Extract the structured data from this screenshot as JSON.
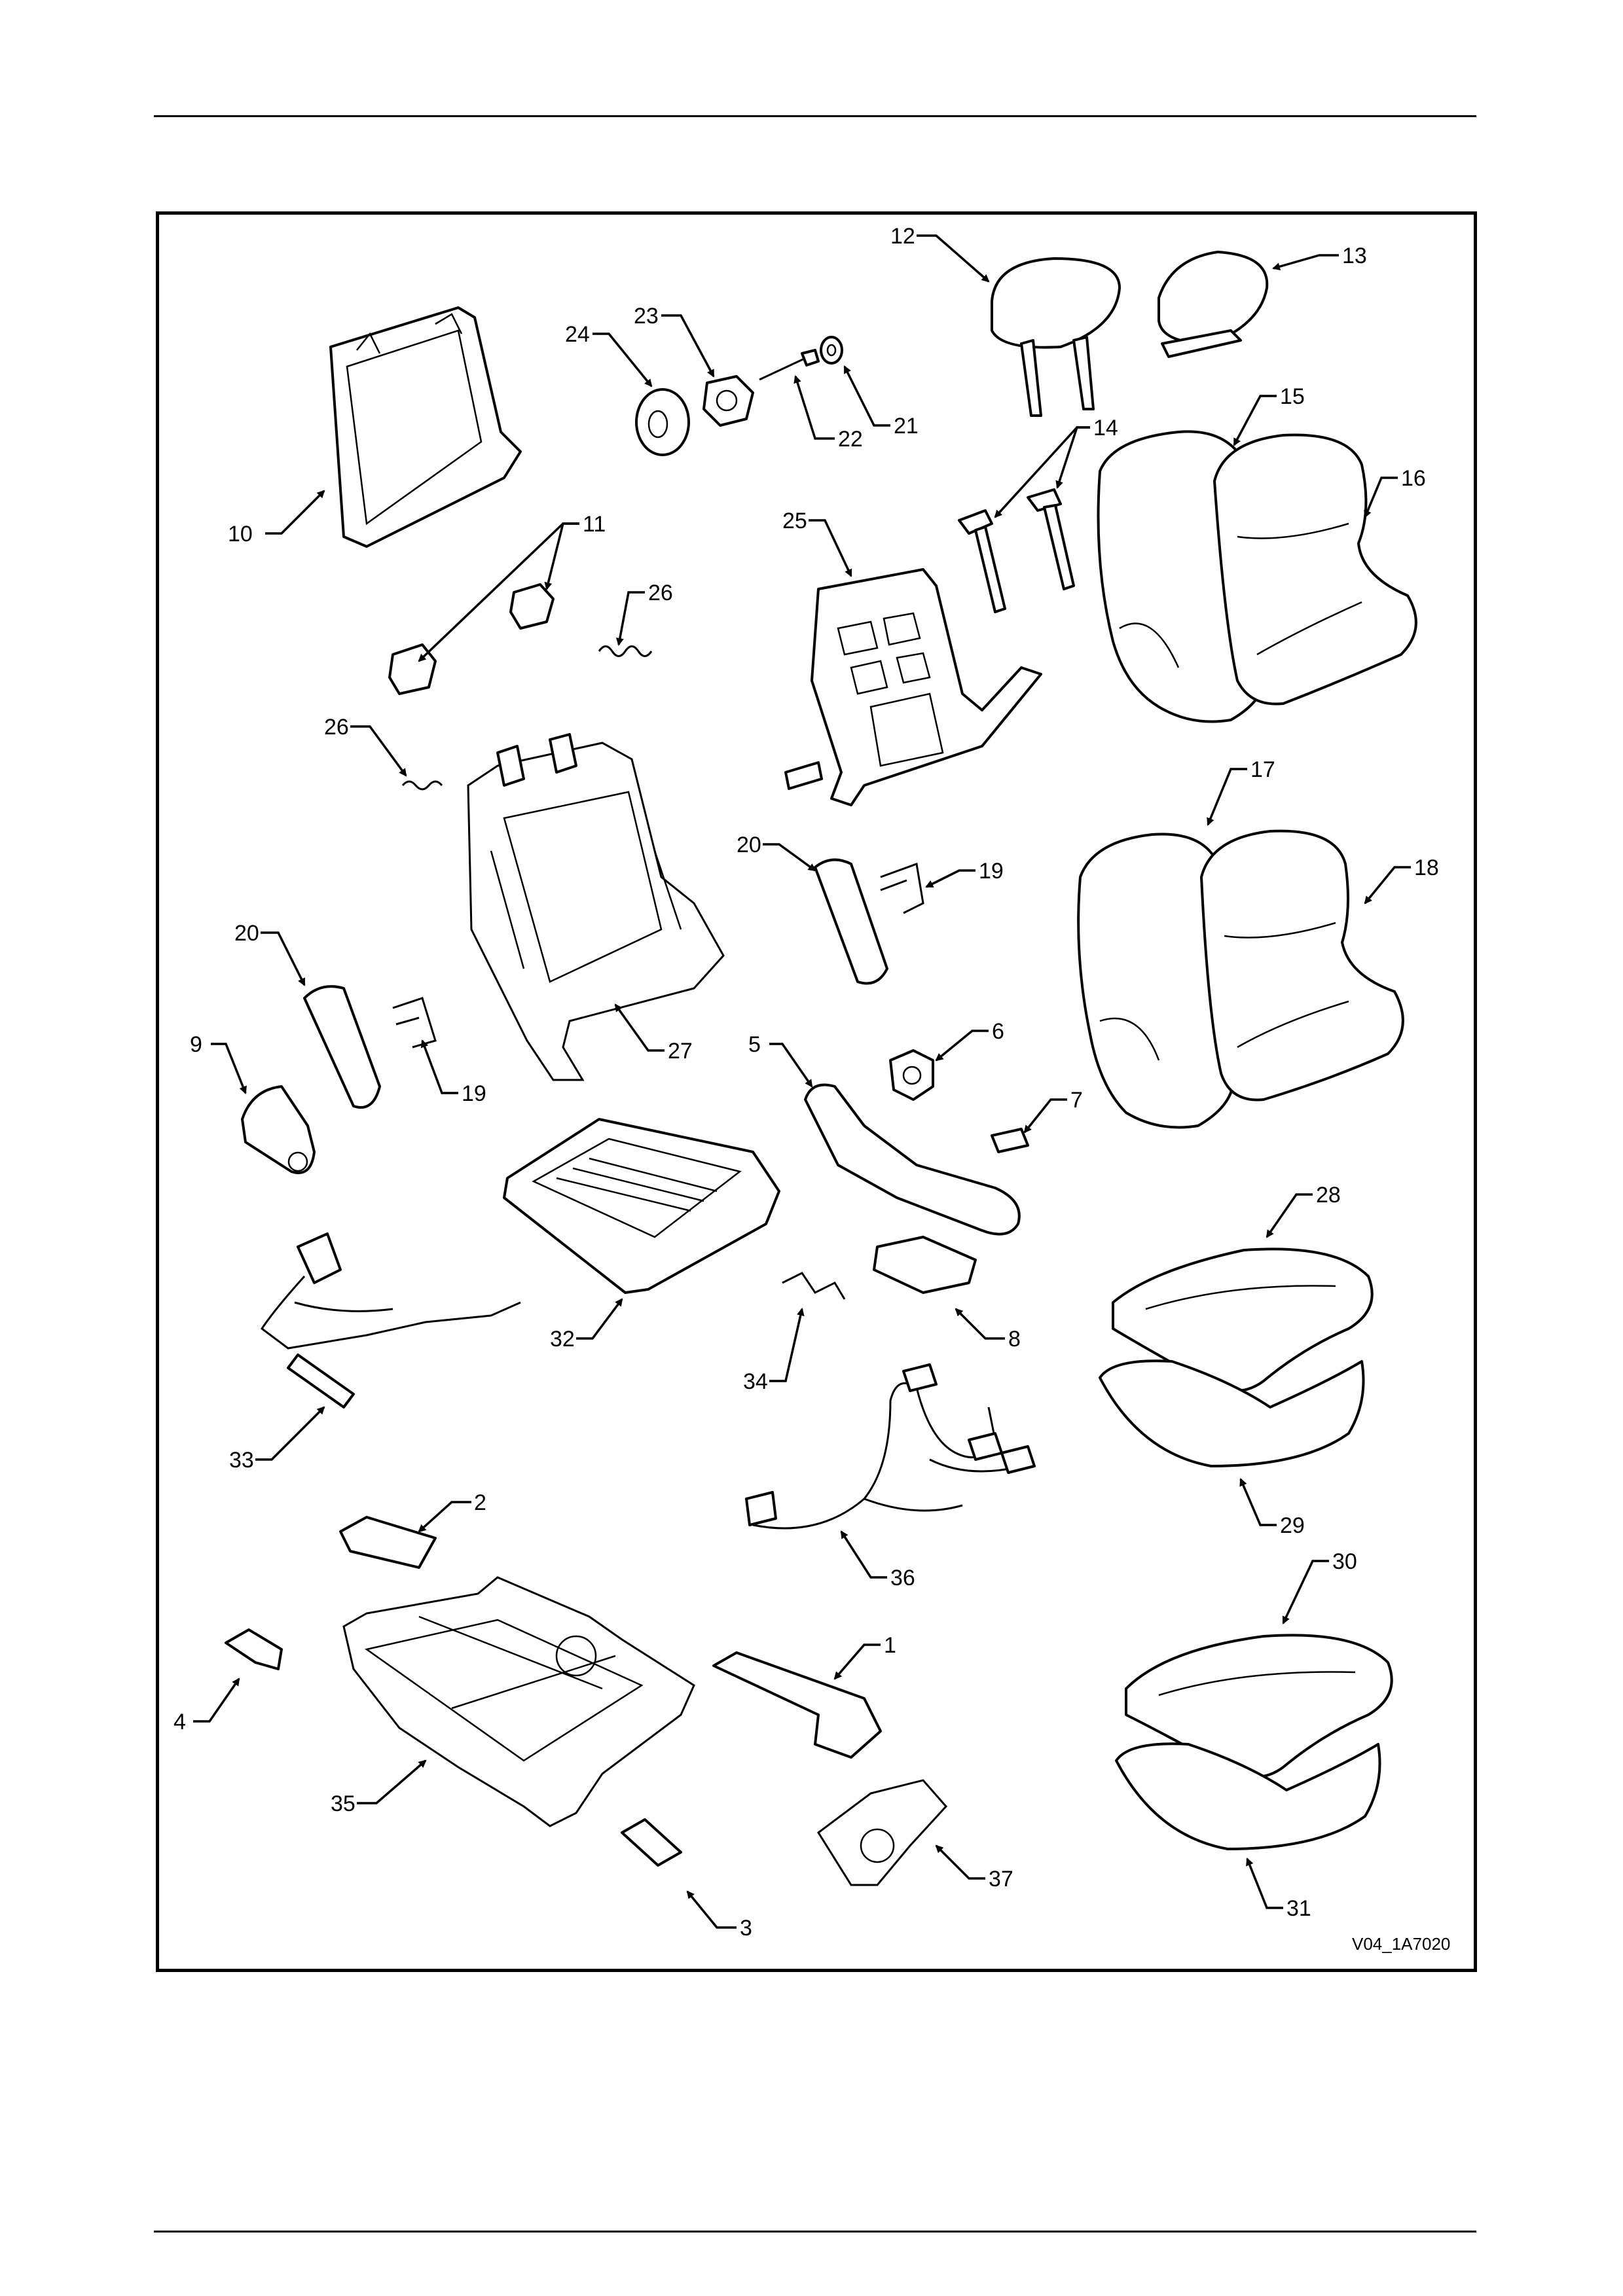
{
  "figure": {
    "reference": "V04_1A7020"
  },
  "callouts": [
    {
      "id": "c1",
      "label": "1"
    },
    {
      "id": "c2",
      "label": "2"
    },
    {
      "id": "c3",
      "label": "3"
    },
    {
      "id": "c4",
      "label": "4"
    },
    {
      "id": "c5",
      "label": "5"
    },
    {
      "id": "c6",
      "label": "6"
    },
    {
      "id": "c7",
      "label": "7"
    },
    {
      "id": "c8",
      "label": "8"
    },
    {
      "id": "c9",
      "label": "9"
    },
    {
      "id": "c10",
      "label": "10"
    },
    {
      "id": "c11",
      "label": "11"
    },
    {
      "id": "c12",
      "label": "12"
    },
    {
      "id": "c13",
      "label": "13"
    },
    {
      "id": "c14",
      "label": "14"
    },
    {
      "id": "c15",
      "label": "15"
    },
    {
      "id": "c16",
      "label": "16"
    },
    {
      "id": "c17",
      "label": "17"
    },
    {
      "id": "c18",
      "label": "18"
    },
    {
      "id": "c19a",
      "label": "19"
    },
    {
      "id": "c19b",
      "label": "19"
    },
    {
      "id": "c20a",
      "label": "20"
    },
    {
      "id": "c20b",
      "label": "20"
    },
    {
      "id": "c21",
      "label": "21"
    },
    {
      "id": "c22",
      "label": "22"
    },
    {
      "id": "c23",
      "label": "23"
    },
    {
      "id": "c24",
      "label": "24"
    },
    {
      "id": "c25",
      "label": "25"
    },
    {
      "id": "c26a",
      "label": "26"
    },
    {
      "id": "c26b",
      "label": "26"
    },
    {
      "id": "c27",
      "label": "27"
    },
    {
      "id": "c28",
      "label": "28"
    },
    {
      "id": "c29",
      "label": "29"
    },
    {
      "id": "c30",
      "label": "30"
    },
    {
      "id": "c31",
      "label": "31"
    },
    {
      "id": "c32",
      "label": "32"
    },
    {
      "id": "c33",
      "label": "33"
    },
    {
      "id": "c34",
      "label": "34"
    },
    {
      "id": "c35",
      "label": "35"
    },
    {
      "id": "c36",
      "label": "36"
    },
    {
      "id": "c37",
      "label": "37"
    }
  ]
}
